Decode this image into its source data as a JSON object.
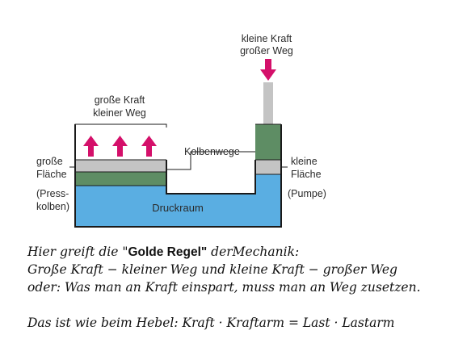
{
  "diagram": {
    "label_small_force_top": "kleine Kraft",
    "label_large_path_top": "großer Weg",
    "label_large_force": "große Kraft",
    "label_small_path": "kleiner Weg",
    "label_large_area_1": "große",
    "label_large_area_2": "Fläche",
    "label_press_1": "(Press-",
    "label_press_2": "kolben)",
    "label_piston_paths": "Kolbenwege",
    "label_small_area_1": "kleine",
    "label_small_area_2": "Fläche",
    "label_pump": "(Pumpe)",
    "label_pressure_chamber": "Druckraum",
    "colors": {
      "fluid": "#5aaee2",
      "piston_green": "#5e8d64",
      "piston_grey": "#c4c4c4",
      "arrow": "#d4106a",
      "outline": "#1a1a1a"
    }
  },
  "text": {
    "line1_pre": "Hier greift die \"",
    "line1_bold": "Golde Regel\"",
    "line1_post": " derMechanik:",
    "line2": "Große Kraft − kleiner Weg und kleine Kraft − großer Weg",
    "line3": "oder: Was man an Kraft einspart, muss man an Weg zusetzen.",
    "line4": "Das ist wie beim Hebel: Kraft · Kraftarm = Last · Lastarm"
  }
}
